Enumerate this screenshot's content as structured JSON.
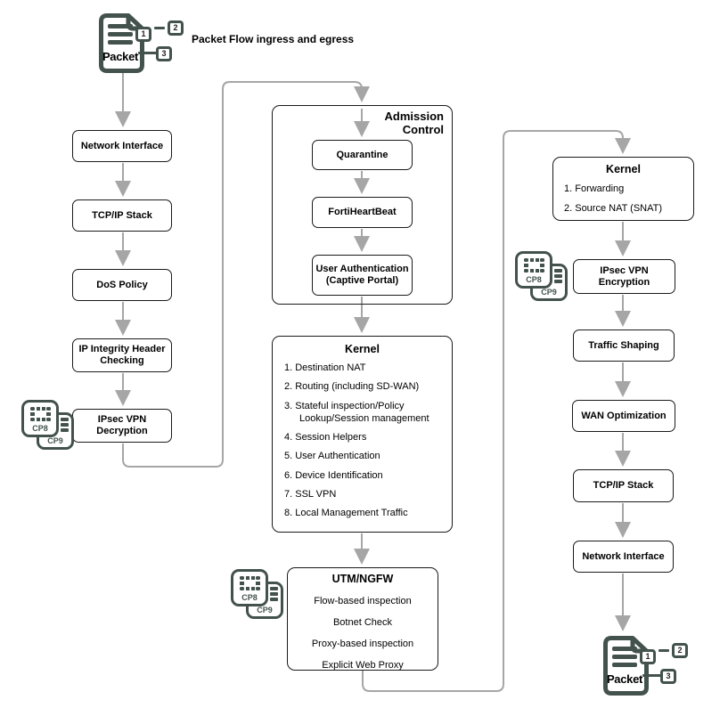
{
  "heading": "Packet Flow ingress and egress",
  "packet": {
    "label": "Packet",
    "tag1": "1",
    "tag2": "2",
    "tag3": "3"
  },
  "chips": {
    "front": "CP8",
    "back": "CP9"
  },
  "ingress": {
    "network_interface": "Network Interface",
    "tcpip_stack": "TCP/IP Stack",
    "dos_policy": "DoS Policy",
    "ip_integrity": "IP Integrity Header Checking",
    "ipsec_decryption": "IPsec VPN Decryption"
  },
  "admission_control": {
    "title": "Admission Control",
    "quarantine": "Quarantine",
    "fortiheartbeat": "FortiHeartBeat",
    "user_auth": "User Authentication (Captive Portal)"
  },
  "kernel_center": {
    "title": "Kernel",
    "items": [
      "1. Destination NAT",
      "2. Routing (including SD-WAN)",
      "3. Stateful inspection/Policy Lookup/Session management",
      "4. Session Helpers",
      "5. User Authentication",
      "6. Device Identification",
      "7. SSL VPN",
      "8. Local Management Traffic"
    ]
  },
  "utm_ngfw": {
    "title": "UTM/NGFW",
    "items": [
      "Flow-based inspection",
      "Botnet Check",
      "Proxy-based inspection",
      "Explicit Web Proxy"
    ]
  },
  "kernel_egress": {
    "title": "Kernel",
    "items": [
      "1. Forwarding",
      "2. Source NAT (SNAT)"
    ]
  },
  "egress": {
    "ipsec_encryption": "IPsec VPN Encryption",
    "traffic_shaping": "Traffic Shaping",
    "wan_optimization": "WAN Optimization",
    "tcpip_stack": "TCP/IP Stack",
    "network_interface": "Network Interface"
  },
  "colors": {
    "icon": "#43524c",
    "connector": "#a6a6a6",
    "box_border": "#1a1a1a"
  }
}
